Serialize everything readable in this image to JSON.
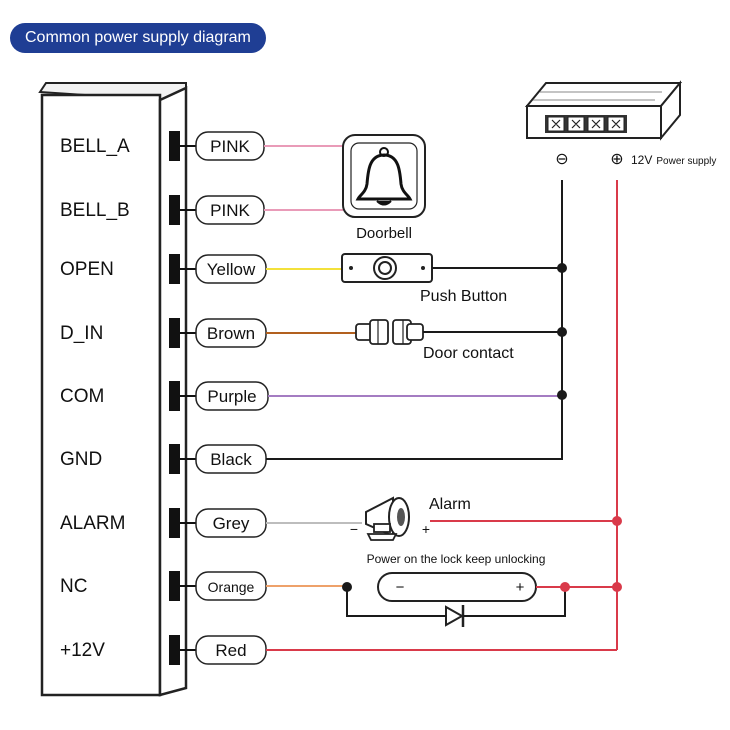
{
  "title": "Common power supply diagram",
  "terminals": [
    "BELL_A",
    "BELL_B",
    "OPEN",
    "D_IN",
    "COM",
    "GND",
    "ALARM",
    "NC",
    "+12V"
  ],
  "wires": [
    {
      "label": "PINK",
      "color": "#e99bb8"
    },
    {
      "label": "PINK",
      "color": "#e99bb8"
    },
    {
      "label": "Yellow",
      "color": "#f3e13b"
    },
    {
      "label": "Brown",
      "color": "#b2601e"
    },
    {
      "label": "Purple",
      "color": "#a47cc2"
    },
    {
      "label": "Black",
      "color": "#1a1a1a"
    },
    {
      "label": "Grey",
      "color": "#bdbdbd"
    },
    {
      "label": "Orange",
      "color": "#eea16a"
    },
    {
      "label": "Red",
      "color": "#d93a4a"
    }
  ],
  "components": {
    "doorbell": "Doorbell",
    "push_button": "Push Button",
    "door_contact": "Door contact",
    "alarm": "Alarm",
    "lock_note": "Power on the lock keep unlocking",
    "minus": "−",
    "plus": "+",
    "power_minus": "⊖",
    "power_plus": "⊕",
    "power_label": "12V",
    "power_label_small": "Power supply"
  },
  "icons": [
    "bell-icon",
    "push-button-icon",
    "door-contact-icon",
    "siren-icon",
    "diode-icon",
    "power-supply-icon"
  ]
}
